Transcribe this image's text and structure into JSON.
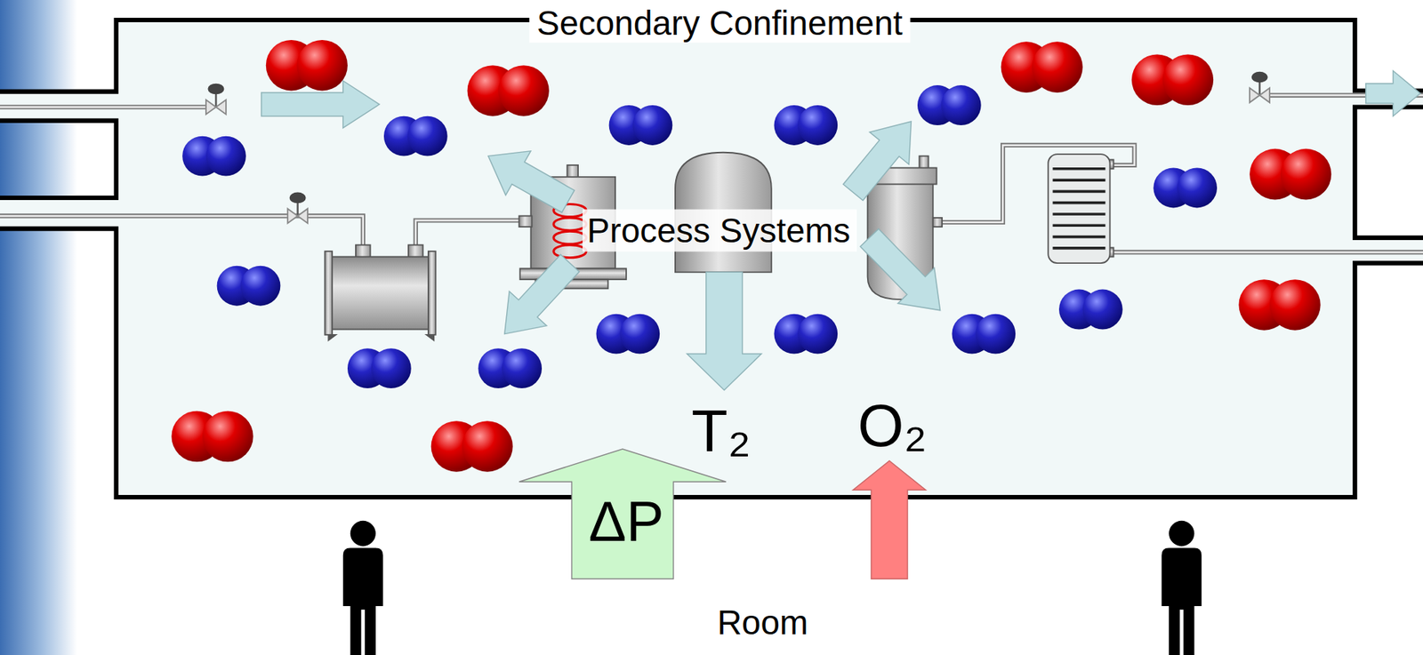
{
  "diagram": {
    "nodes": [
      {
        "text": [
          "Secondary Confinement"
        ]
      },
      {
        "text": [
          "Process Systems"
        ],
        "in": 0
      }
    ],
    "labels": [
      "T₂",
      "O₂",
      "ΔP",
      "Room"
    ]
  }
}
